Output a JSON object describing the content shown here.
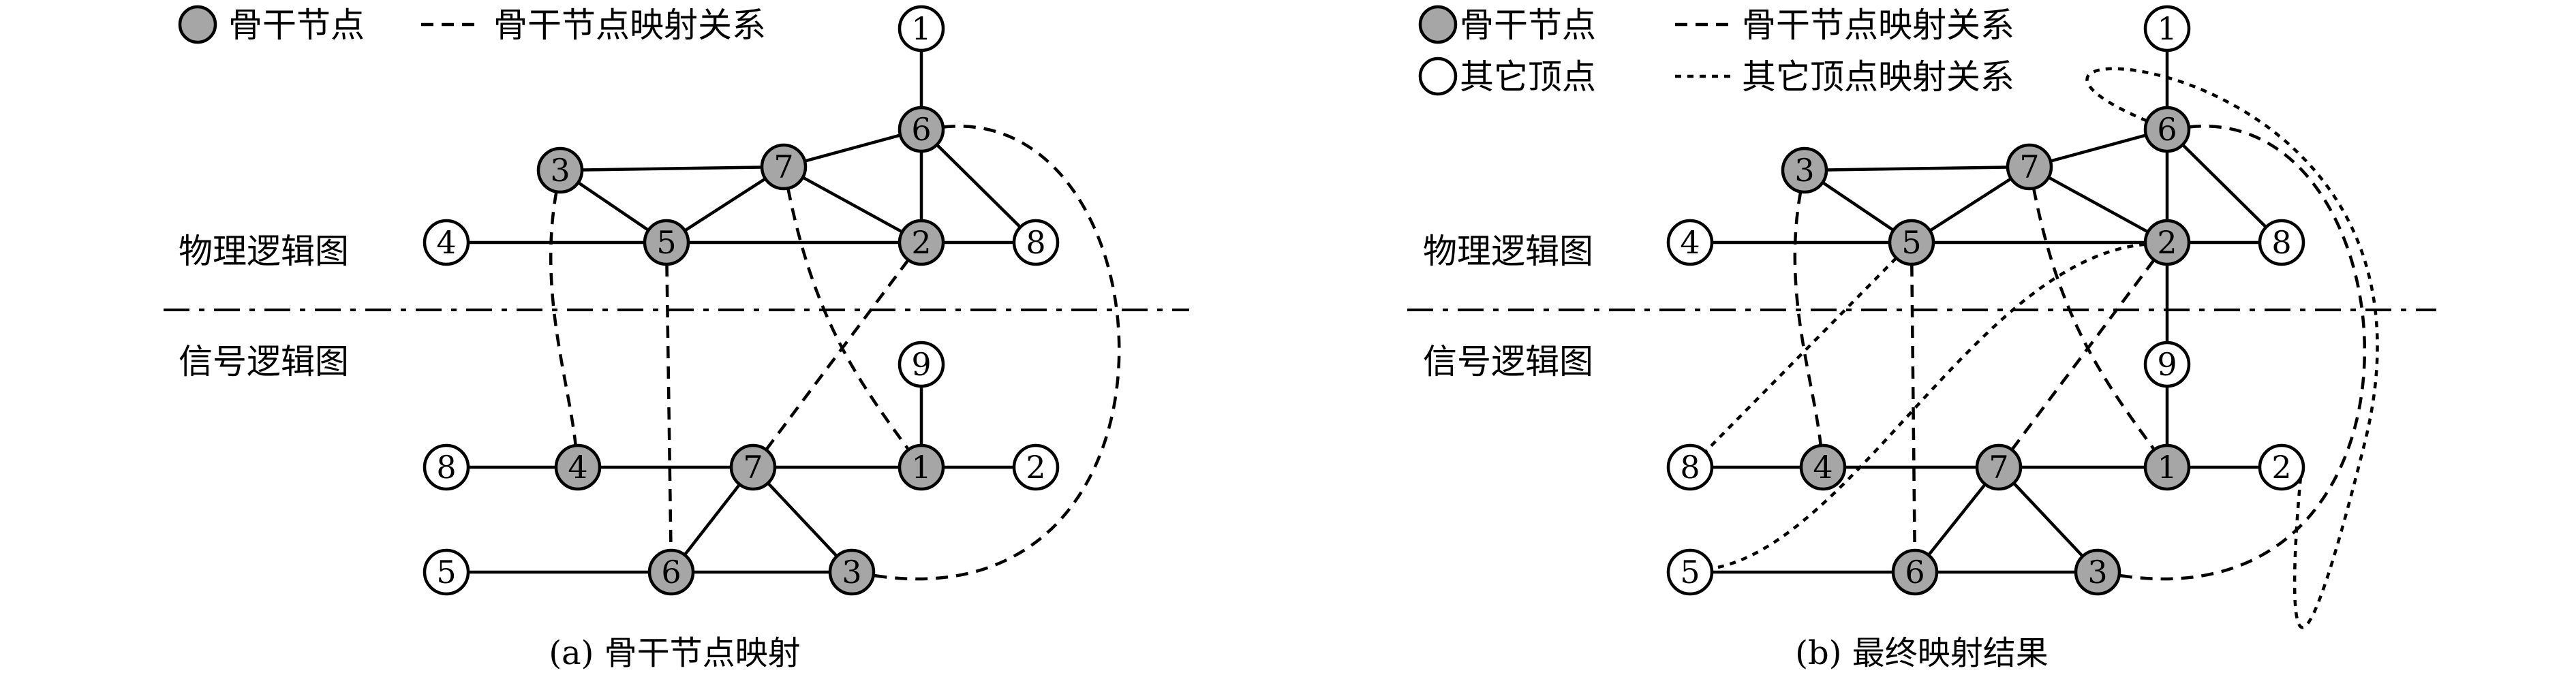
{
  "colors": {
    "backbone_fill": "#a6a6a6",
    "other_fill": "#ffffff",
    "stroke": "#000000"
  },
  "panels": [
    {
      "id": "a",
      "caption": "(a) 骨干节点映射",
      "layer_labels": {
        "physical": "物理逻辑图",
        "signal": "信号逻辑图"
      },
      "legend": [
        {
          "symbol": "backbone-node",
          "text": "骨干节点"
        },
        {
          "symbol": "dashed-line",
          "text": "骨干节点映射关系"
        }
      ],
      "physical_nodes": [
        {
          "id": "p1",
          "label": "1",
          "backbone": false
        },
        {
          "id": "p6",
          "label": "6",
          "backbone": true
        },
        {
          "id": "p3",
          "label": "3",
          "backbone": true
        },
        {
          "id": "p7",
          "label": "7",
          "backbone": true
        },
        {
          "id": "p4",
          "label": "4",
          "backbone": false
        },
        {
          "id": "p5",
          "label": "5",
          "backbone": true
        },
        {
          "id": "p2",
          "label": "2",
          "backbone": true
        },
        {
          "id": "p8",
          "label": "8",
          "backbone": false
        }
      ],
      "signal_nodes": [
        {
          "id": "s9",
          "label": "9",
          "backbone": false
        },
        {
          "id": "s8",
          "label": "8",
          "backbone": false
        },
        {
          "id": "s4",
          "label": "4",
          "backbone": true
        },
        {
          "id": "s7",
          "label": "7",
          "backbone": true
        },
        {
          "id": "s1",
          "label": "1",
          "backbone": true
        },
        {
          "id": "s2",
          "label": "2",
          "backbone": false
        },
        {
          "id": "s5",
          "label": "5",
          "backbone": false
        },
        {
          "id": "s6",
          "label": "6",
          "backbone": true
        },
        {
          "id": "s3",
          "label": "3",
          "backbone": true
        }
      ],
      "physical_edges": [
        [
          "p1",
          "p6"
        ],
        [
          "p6",
          "p7"
        ],
        [
          "p6",
          "p2"
        ],
        [
          "p6",
          "p8"
        ],
        [
          "p3",
          "p7"
        ],
        [
          "p3",
          "p5"
        ],
        [
          "p7",
          "p5"
        ],
        [
          "p7",
          "p2"
        ],
        [
          "p4",
          "p5"
        ],
        [
          "p5",
          "p2"
        ],
        [
          "p2",
          "p8"
        ]
      ],
      "signal_edges": [
        [
          "s9",
          "s1"
        ],
        [
          "s8",
          "s4"
        ],
        [
          "s4",
          "s7"
        ],
        [
          "s7",
          "s1"
        ],
        [
          "s1",
          "s2"
        ],
        [
          "s7",
          "s6"
        ],
        [
          "s7",
          "s3"
        ],
        [
          "s5",
          "s6"
        ],
        [
          "s6",
          "s3"
        ]
      ],
      "backbone_mappings": [
        [
          "p3",
          "s4"
        ],
        [
          "p5",
          "s6"
        ],
        [
          "p7",
          "s1"
        ],
        [
          "p2",
          "s7"
        ],
        [
          "p6",
          "s3"
        ]
      ],
      "other_mappings": []
    },
    {
      "id": "b",
      "caption": "(b) 最终映射结果",
      "layer_labels": {
        "physical": "物理逻辑图",
        "signal": "信号逻辑图"
      },
      "legend": [
        {
          "symbol": "backbone-node",
          "text": "骨干节点"
        },
        {
          "symbol": "dashed-line",
          "text": "骨干节点映射关系"
        },
        {
          "symbol": "other-node",
          "text": "其它顶点"
        },
        {
          "symbol": "dotted-line",
          "text": "其它顶点映射关系"
        }
      ],
      "physical_nodes": [
        {
          "id": "p1",
          "label": "1",
          "backbone": false
        },
        {
          "id": "p6",
          "label": "6",
          "backbone": true
        },
        {
          "id": "p3",
          "label": "3",
          "backbone": true
        },
        {
          "id": "p7",
          "label": "7",
          "backbone": true
        },
        {
          "id": "p4",
          "label": "4",
          "backbone": false
        },
        {
          "id": "p5",
          "label": "5",
          "backbone": true
        },
        {
          "id": "p2",
          "label": "2",
          "backbone": true
        },
        {
          "id": "p8",
          "label": "8",
          "backbone": false
        }
      ],
      "signal_nodes": [
        {
          "id": "s9",
          "label": "9",
          "backbone": false
        },
        {
          "id": "s8",
          "label": "8",
          "backbone": false
        },
        {
          "id": "s4",
          "label": "4",
          "backbone": true
        },
        {
          "id": "s7",
          "label": "7",
          "backbone": true
        },
        {
          "id": "s1",
          "label": "1",
          "backbone": true
        },
        {
          "id": "s2",
          "label": "2",
          "backbone": false
        },
        {
          "id": "s5",
          "label": "5",
          "backbone": false
        },
        {
          "id": "s6",
          "label": "6",
          "backbone": true
        },
        {
          "id": "s3",
          "label": "3",
          "backbone": true
        }
      ],
      "physical_edges": [
        [
          "p1",
          "p6"
        ],
        [
          "p6",
          "p7"
        ],
        [
          "p6",
          "p2"
        ],
        [
          "p6",
          "p8"
        ],
        [
          "p3",
          "p7"
        ],
        [
          "p3",
          "p5"
        ],
        [
          "p7",
          "p5"
        ],
        [
          "p7",
          "p2"
        ],
        [
          "p4",
          "p5"
        ],
        [
          "p5",
          "p2"
        ],
        [
          "p2",
          "p8"
        ],
        [
          "p2",
          "s9"
        ]
      ],
      "signal_edges": [
        [
          "s9",
          "s1"
        ],
        [
          "s8",
          "s4"
        ],
        [
          "s4",
          "s7"
        ],
        [
          "s7",
          "s1"
        ],
        [
          "s1",
          "s2"
        ],
        [
          "s7",
          "s6"
        ],
        [
          "s7",
          "s3"
        ],
        [
          "s5",
          "s6"
        ],
        [
          "s6",
          "s3"
        ]
      ],
      "backbone_mappings": [
        [
          "p3",
          "s4"
        ],
        [
          "p5",
          "s6"
        ],
        [
          "p7",
          "s1"
        ],
        [
          "p2",
          "s7"
        ],
        [
          "p6",
          "s3"
        ]
      ],
      "other_mappings": [
        [
          "p5",
          "s8"
        ],
        [
          "p2",
          "s5"
        ],
        [
          "p6",
          "s2"
        ]
      ]
    }
  ]
}
